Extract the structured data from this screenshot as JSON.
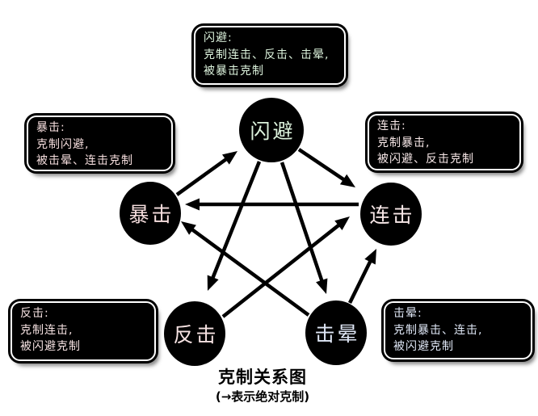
{
  "diagram": {
    "title": "克制关系图",
    "subtitle": "(→表示绝对克制)",
    "background": "#ffffff",
    "arrow_color": "#000000",
    "node_bg": "#000000",
    "box_bg": "#000000",
    "box_border": "#ffffff",
    "nodes": [
      {
        "id": "shanbi",
        "label": "闪避",
        "color": "#ddf3dd"
      },
      {
        "id": "baoji",
        "label": "暴击",
        "color": "#f6dede"
      },
      {
        "id": "lianji",
        "label": "连击",
        "color": "#f8e8e8"
      },
      {
        "id": "fanji",
        "label": "反击",
        "color": "#f6e2e2"
      },
      {
        "id": "jiyun",
        "label": "击晕",
        "color": "#dfe7f6"
      }
    ],
    "boxes": [
      {
        "node": "shanbi",
        "color": "#ddf3dd",
        "lines": [
          "闪避:",
          "克制连击、反击、击晕,",
          "被暴击克制"
        ]
      },
      {
        "node": "baoji",
        "color": "#f6dede",
        "lines": [
          "暴击:",
          "克制闪避,",
          "被击晕、连击克制"
        ]
      },
      {
        "node": "lianji",
        "color": "#f8e8e8",
        "lines": [
          "连击:",
          "克制暴击,",
          "被闪避、反击克制"
        ]
      },
      {
        "node": "fanji",
        "color": "#f6e2e2",
        "lines": [
          "反击:",
          "克制连击,",
          "被闪避克制"
        ]
      },
      {
        "node": "jiyun",
        "color": "#dfe7f6",
        "lines": [
          "击晕:",
          "克制暴击、连击,",
          "被闪避克制"
        ]
      }
    ],
    "edges": [
      {
        "from": "baoji",
        "to": "shanbi"
      },
      {
        "from": "shanbi",
        "to": "lianji"
      },
      {
        "from": "shanbi",
        "to": "fanji"
      },
      {
        "from": "shanbi",
        "to": "jiyun"
      },
      {
        "from": "lianji",
        "to": "baoji"
      },
      {
        "from": "fanji",
        "to": "lianji"
      },
      {
        "from": "jiyun",
        "to": "baoji"
      },
      {
        "from": "jiyun",
        "to": "lianji"
      }
    ]
  }
}
